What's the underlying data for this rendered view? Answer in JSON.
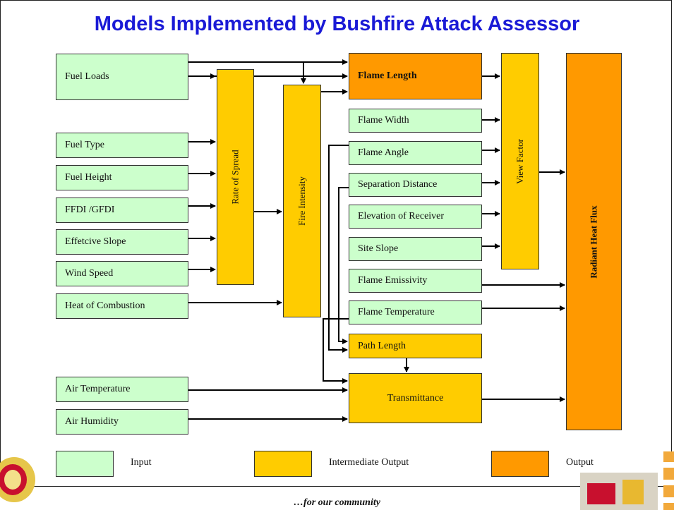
{
  "title": "Models Implemented by Bushfire Attack Assessor",
  "inputs": {
    "fuel_loads": "Fuel Loads",
    "fuel_type": "Fuel Type",
    "fuel_height": "Fuel Height",
    "ffdi_gfdi": "FFDI /GFDI",
    "effective_slope": "Effetcive Slope",
    "wind_speed": "Wind Speed",
    "heat_of_combustion": "Heat of Combustion",
    "air_temperature": "Air Temperature",
    "air_humidity": "Air Humidity",
    "flame_width": "Flame Width",
    "flame_angle": "Flame Angle",
    "separation_distance": "Separation Distance",
    "elevation_of_receiver": "Elevation of Receiver",
    "site_slope": "Site Slope",
    "flame_emissivity": "Flame Emissivity",
    "flame_temperature": "Flame Temperature"
  },
  "intermediate": {
    "rate_of_spread": "Rate of Spread",
    "fire_intensity": "Fire Intensity",
    "view_factor": "View Factor",
    "path_length": "Path Length",
    "transmittance": "Transmittance"
  },
  "outputs": {
    "flame_length": "Flame Length",
    "radiant_heat_flux": "Radiant Heat Flux"
  },
  "legend": {
    "input": "Input",
    "intermediate": "Intermediate Output",
    "output": "Output"
  },
  "colors": {
    "input": "#ccffcc",
    "intermediate": "#ffcc00",
    "output": "#ff9900",
    "title": "#1a1ad6"
  },
  "footer": "…for our community"
}
